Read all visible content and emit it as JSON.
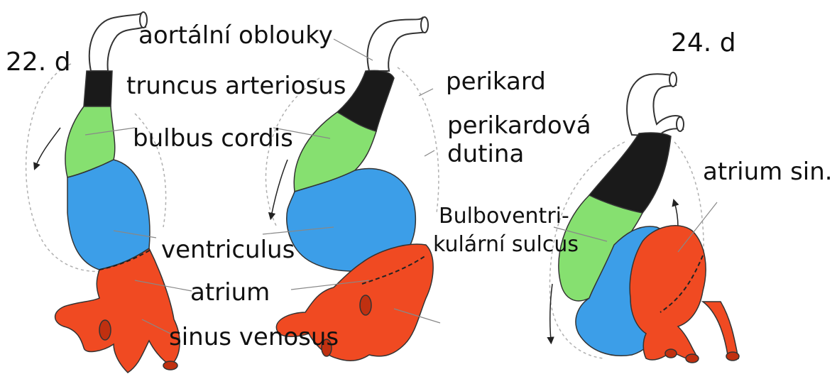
{
  "stages": {
    "day22": "22. d",
    "day24": "24. d"
  },
  "labels": {
    "aortic_arches": "aortální oblouky",
    "truncus": "truncus arteriosus",
    "pericardium": "perikard",
    "pericardial_cavity_1": "perikardová",
    "pericardial_cavity_2": "dutina",
    "bulbus": "bulbus cordis",
    "atrium_sin": "atrium sin.",
    "bulboventricular_1": "Bulboventri-",
    "bulboventricular_2": "kulární sulcus",
    "ventriculus": "ventriculus",
    "atrium": "atrium",
    "sinus": "sinus venosus"
  },
  "colors": {
    "truncus": "#1a1a1a",
    "bulbus": "#86e070",
    "ventricle": "#3c9ee8",
    "atrium": "#f04a22",
    "aortic_arch_fill": "#ffffff",
    "outline": "#333333",
    "dashed_line": "#b0b0b0"
  }
}
